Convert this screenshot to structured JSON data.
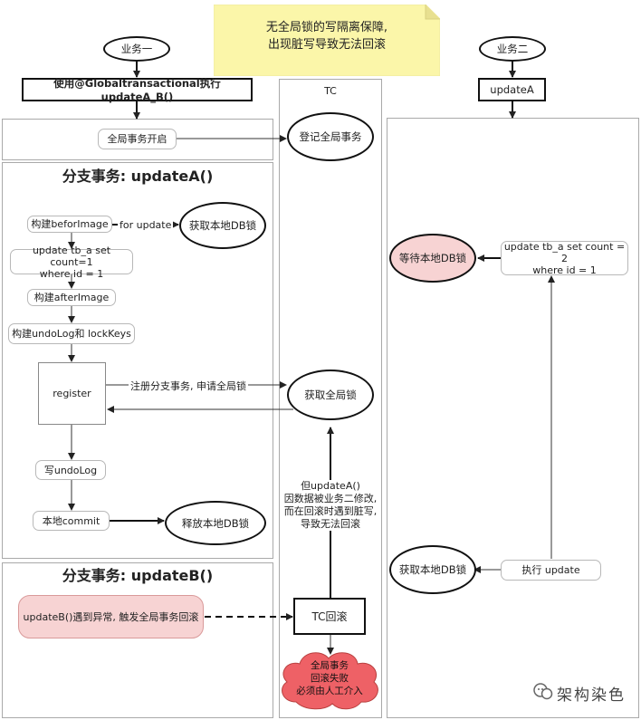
{
  "note": {
    "line1": "无全局锁的写隔离保障,",
    "line2": "出现脏写导致无法回滚"
  },
  "tc": {
    "title": "TC"
  },
  "biz1": {
    "start": "业务一",
    "call": "使用@Globaltransactional执行updateA_B()",
    "global_begin": "全局事务开启"
  },
  "tc_steps": {
    "register_global": "登记全局事务",
    "acquire_global_lock": "获取全局锁",
    "rollback": "TC回滚",
    "failure": {
      "l1": "全局事务",
      "l2": "回滚失败",
      "l3": "必须由人工介入"
    },
    "explain": {
      "l1": "但updateA()",
      "l2": "因数据被业务二修改,",
      "l3": "而在回滚时遇到脏写,",
      "l4": "导致无法回滚"
    }
  },
  "branch_a": {
    "title": "分支事务: updateA()",
    "before_image": "构建beforImage",
    "for_update": "for update",
    "get_db_lock": "获取本地DB锁",
    "sql1": {
      "l1": "update tb_a set count=1",
      "l2": "where id = 1"
    },
    "after_image": "构建afterImage",
    "undolog_keys": "构建undoLog和 lockKeys",
    "register": "register",
    "register_label": "注册分支事务, 申请全局锁",
    "write_undo": "写undoLog",
    "local_commit": "本地commit",
    "release_db_lock": "释放本地DB锁"
  },
  "branch_b": {
    "title": "分支事务: updateB()",
    "exception": "updateB()遇到异常, 触发全局事务回滚"
  },
  "biz2": {
    "start": "业务二",
    "call": "updateA",
    "wait_db_lock": "等待本地DB锁",
    "sql2": {
      "l1": "update tb_a set count = 2",
      "l2": "where id = 1"
    },
    "get_db_lock": "获取本地DB锁",
    "exec_update": "执行 update"
  },
  "watermark": "架构染色",
  "colors": {
    "note_bg": "#fbf6a9",
    "pink": "#f7d3d3",
    "pink_border": "#d99a9a",
    "failure_red": "#ee6166"
  }
}
